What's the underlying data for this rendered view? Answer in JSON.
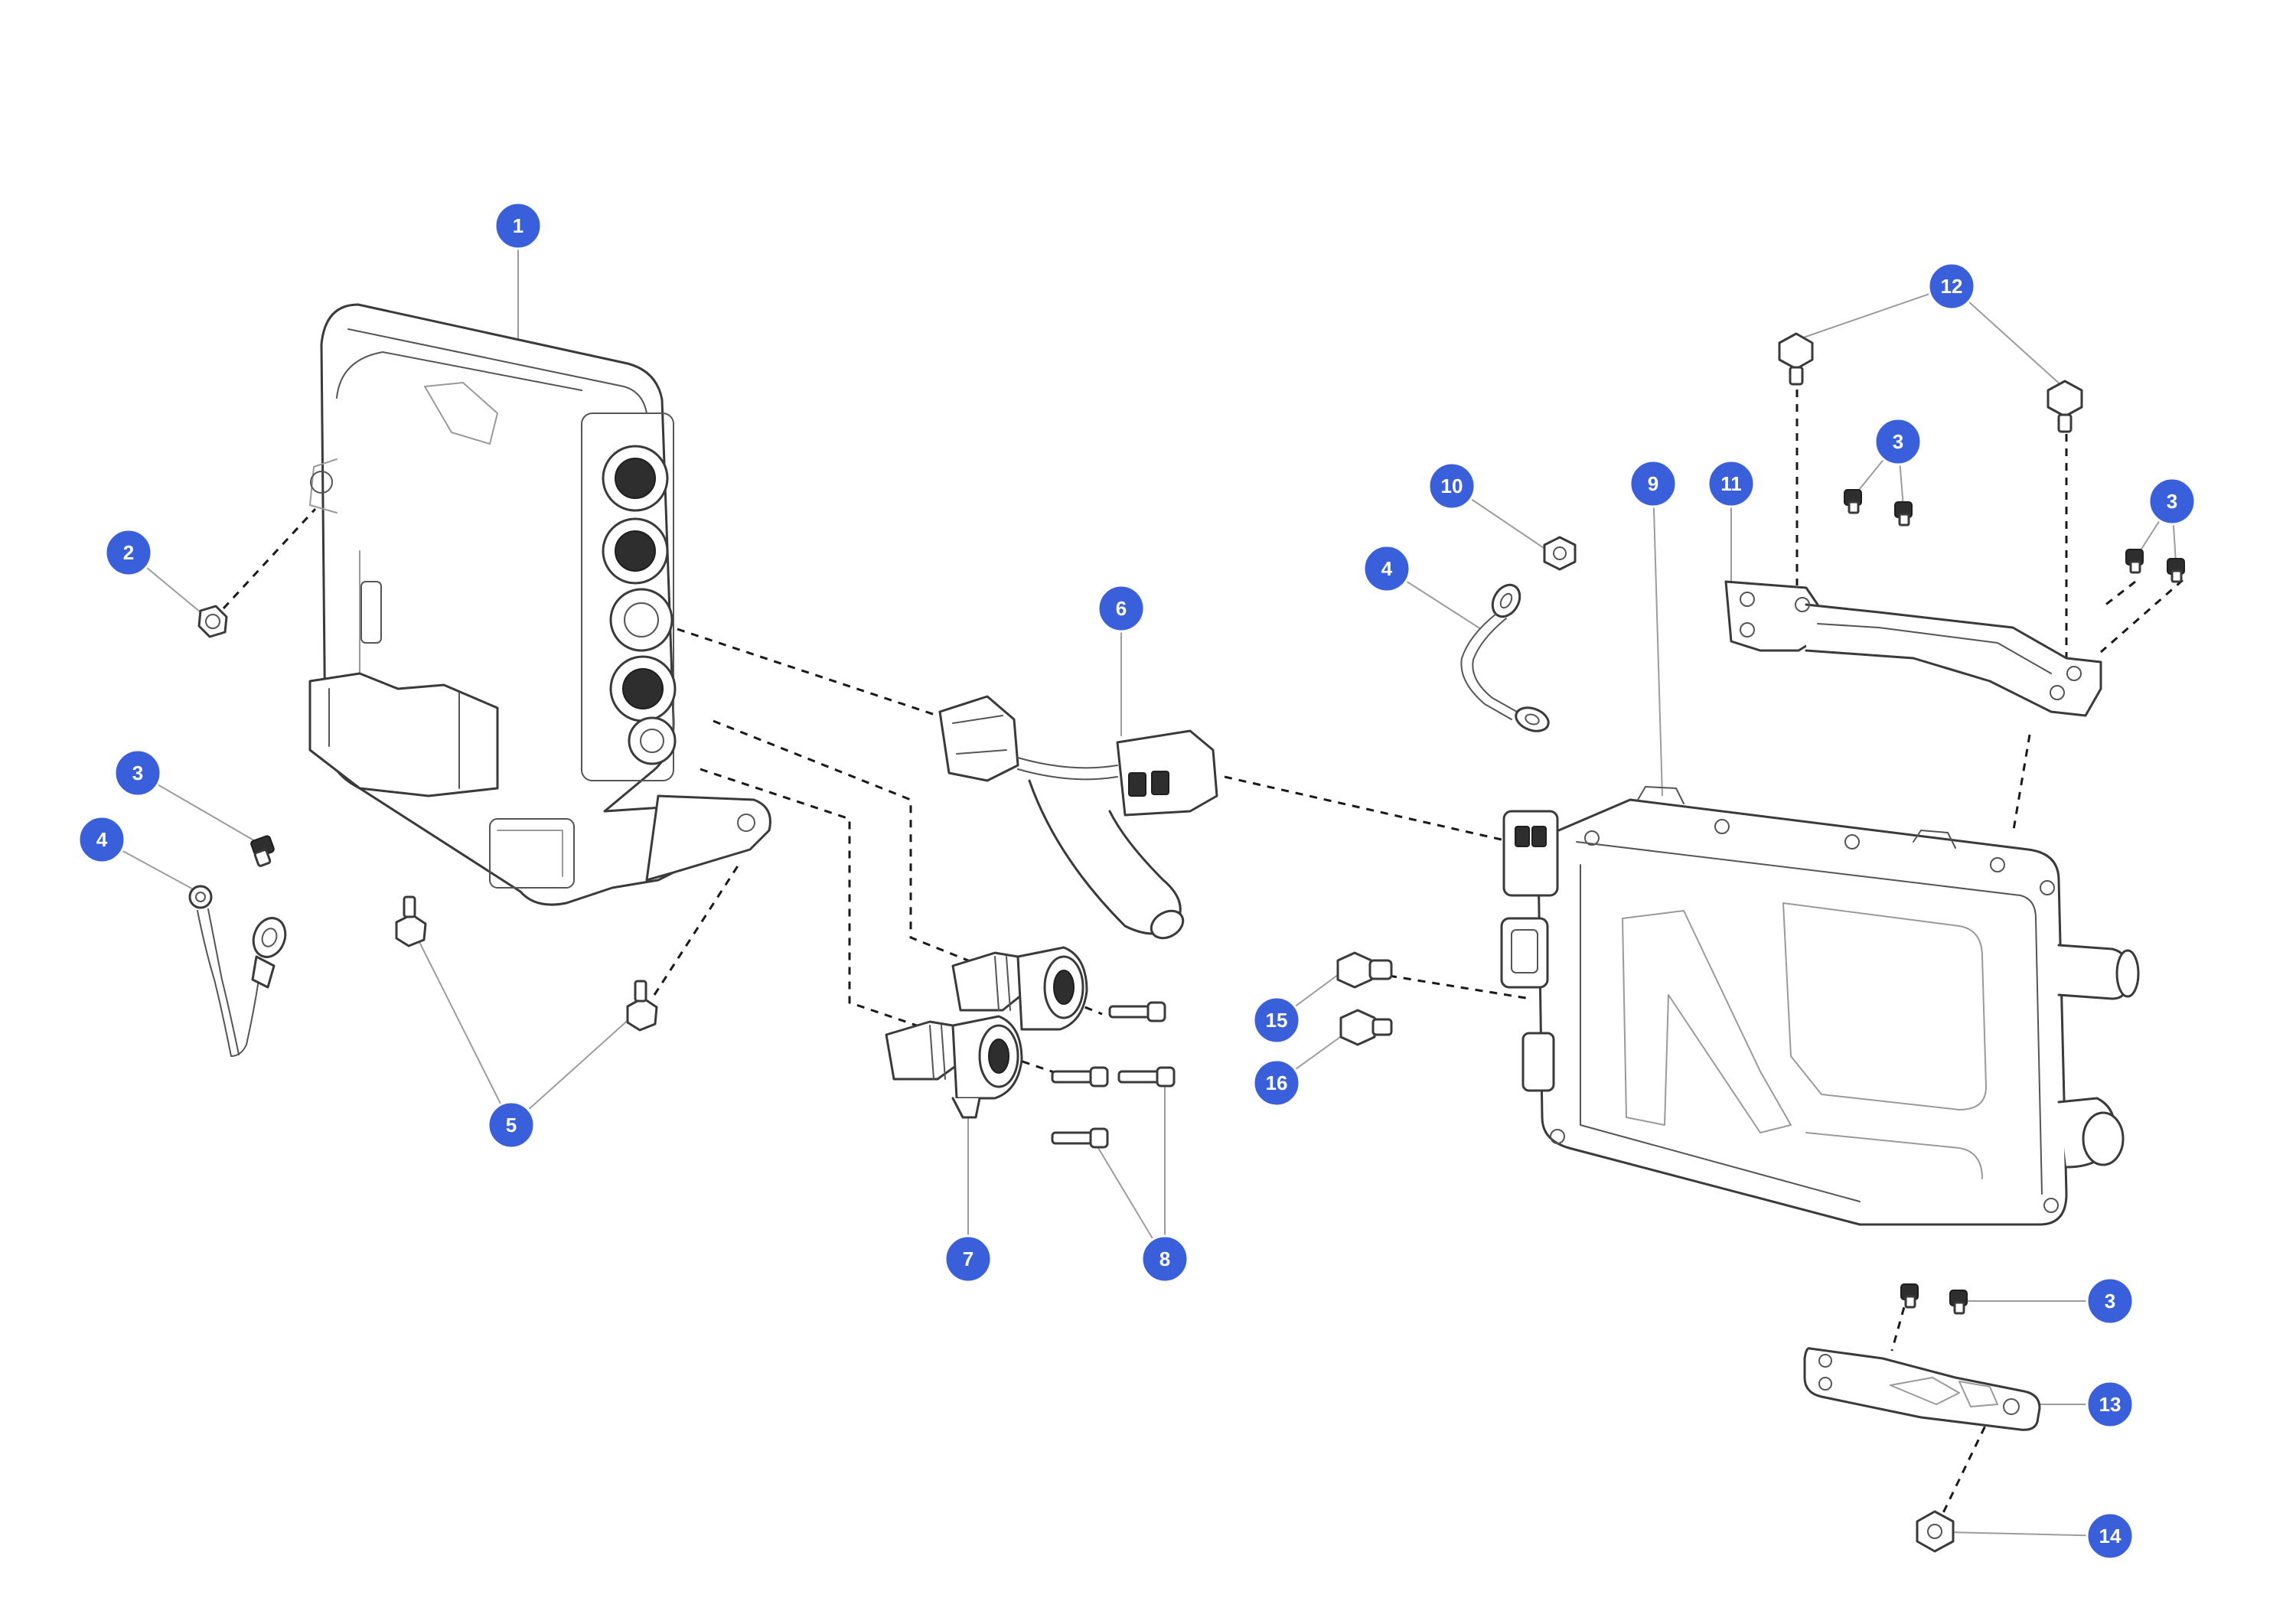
{
  "diagram": {
    "callouts": [
      {
        "id": "c1",
        "label": "1"
      },
      {
        "id": "c2",
        "label": "2"
      },
      {
        "id": "c3a",
        "label": "3"
      },
      {
        "id": "c4a",
        "label": "4"
      },
      {
        "id": "c5",
        "label": "5"
      },
      {
        "id": "c6",
        "label": "6"
      },
      {
        "id": "c7",
        "label": "7"
      },
      {
        "id": "c8",
        "label": "8"
      },
      {
        "id": "c10",
        "label": "10"
      },
      {
        "id": "c4b",
        "label": "4"
      },
      {
        "id": "c9",
        "label": "9"
      },
      {
        "id": "c11",
        "label": "11"
      },
      {
        "id": "c3b",
        "label": "3"
      },
      {
        "id": "c12",
        "label": "12"
      },
      {
        "id": "c3c",
        "label": "3"
      },
      {
        "id": "c15",
        "label": "15"
      },
      {
        "id": "c16",
        "label": "16"
      },
      {
        "id": "c3d",
        "label": "3"
      },
      {
        "id": "c13",
        "label": "13"
      },
      {
        "id": "c14",
        "label": "14"
      }
    ]
  },
  "colors": {
    "callout_fill": "#3a5fdb",
    "callout_text": "#ffffff",
    "line_art": "#3a3a3a",
    "background": "#ffffff"
  }
}
